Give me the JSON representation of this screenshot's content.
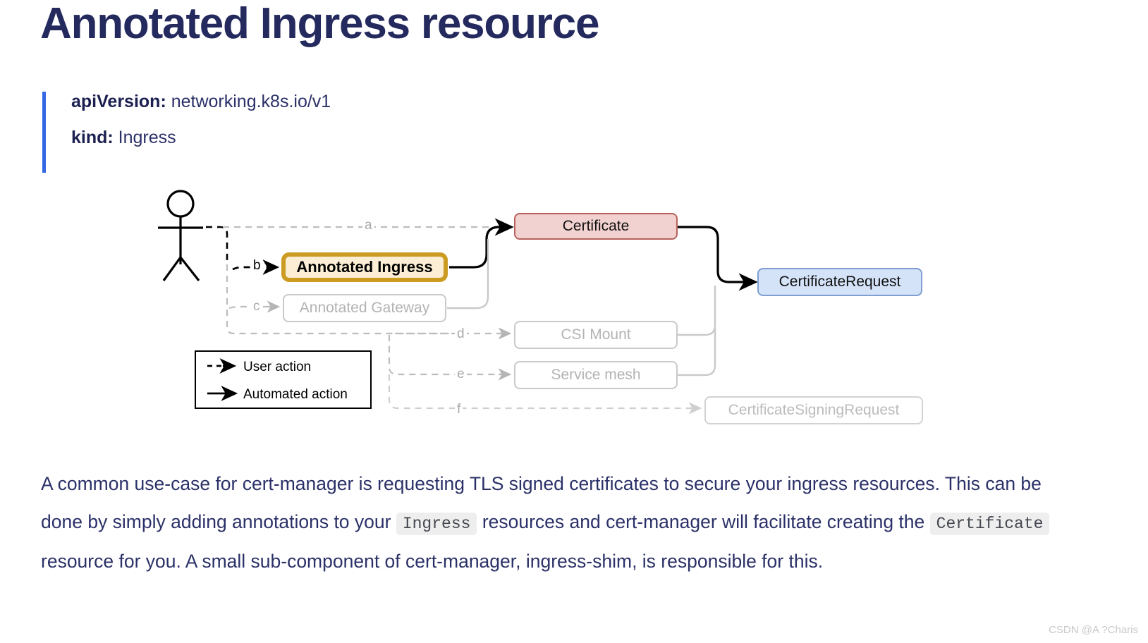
{
  "title": "Annotated Ingress resource",
  "blockquote": {
    "lines": [
      {
        "key": "apiVersion:",
        "value": " networking.k8s.io/v1"
      },
      {
        "key": "kind:",
        "value": " Ingress"
      }
    ]
  },
  "diagram": {
    "actor_icon": "stick-figure-user-icon",
    "nodes": {
      "certificate": "Certificate",
      "annotated_ingress": "Annotated Ingress",
      "annotated_gateway": "Annotated Gateway",
      "csi_mount": "CSI Mount",
      "service_mesh": "Service mesh",
      "certificate_request": "CertificateRequest",
      "certificate_signing_request": "CertificateSigningRequest"
    },
    "edge_labels": {
      "a": "a",
      "b": "b",
      "c": "c",
      "d": "d",
      "e": "e",
      "f": "f"
    },
    "legend": {
      "user_action": "User action",
      "automated_action": "Automated action"
    },
    "colors": {
      "certificate_fill": "#f2d2d0",
      "certificate_border": "#b8625c",
      "ingress_fill": "#fbeed4",
      "ingress_border": "#cb9b22",
      "request_fill": "#d5e3f9",
      "request_border": "#7f9fd1",
      "muted_border": "#c9c9c9",
      "muted_text": "#b3b3b3",
      "edge_muted": "#bdbdbd",
      "edge_solid": "#000000"
    }
  },
  "paragraph": {
    "part1": "A common use-case for cert-manager is requesting TLS signed certificates to secure your ingress resources. This can be done by simply adding annotations to your ",
    "code1": "Ingress",
    "part2": " resources and cert-manager will facilitate creating the ",
    "code2": "Certificate",
    "part3": " resource for you. A small sub-component of cert-manager, ingress-shim, is responsible for this."
  },
  "watermark": "CSDN @A ?Charis",
  "theme": {
    "title_color": "#252a5e",
    "body_text_color": "#2b3168",
    "accent_bar": "#3367e3",
    "code_bg": "#eeeeee"
  }
}
